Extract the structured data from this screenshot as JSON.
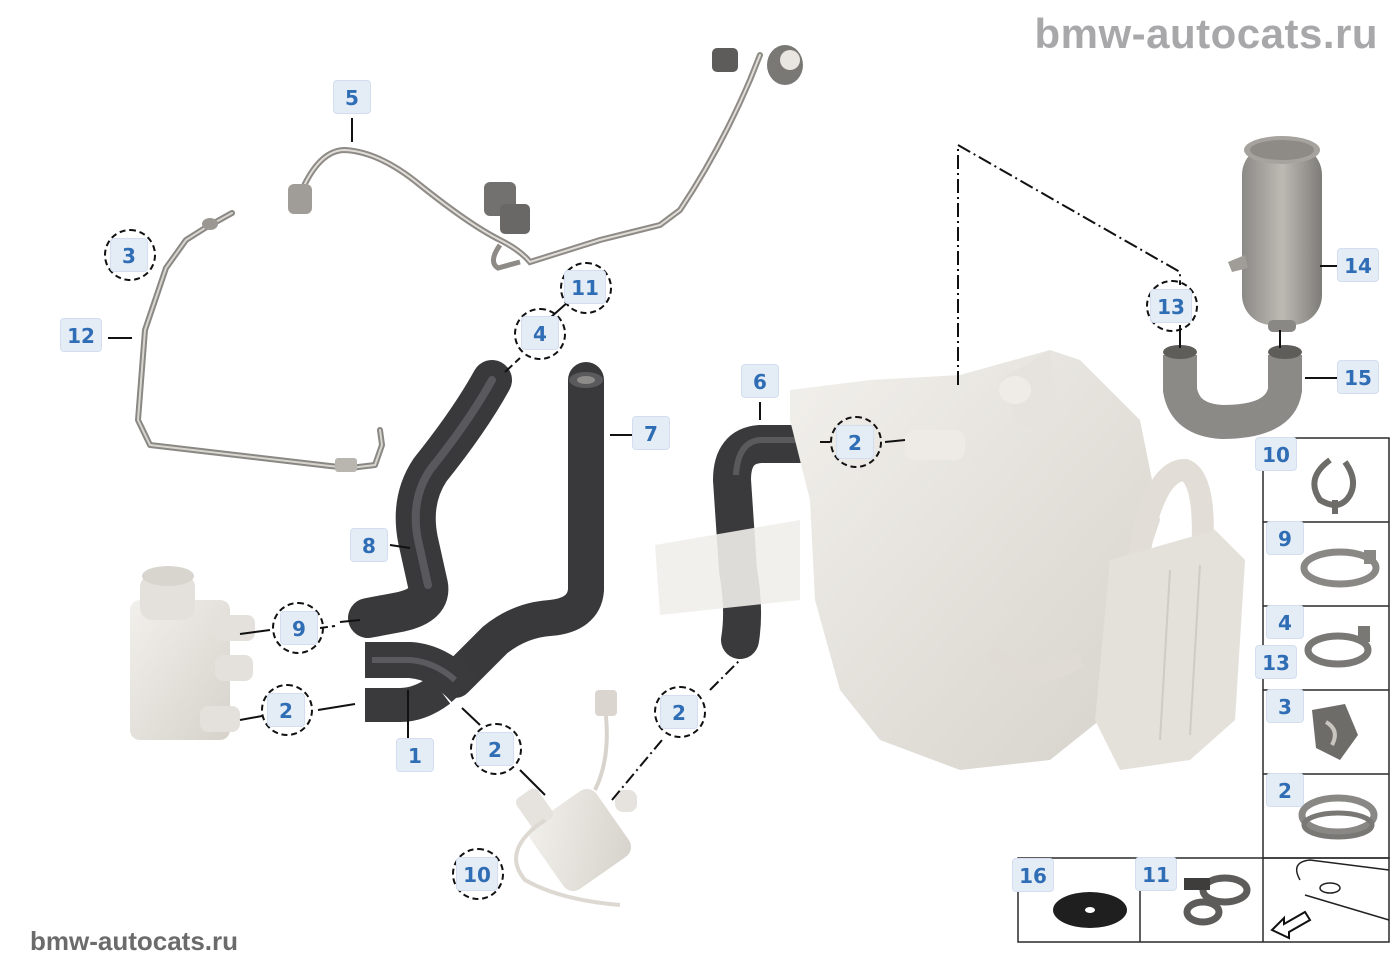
{
  "diagram": {
    "title_watermark": "bmw-autocats.ru",
    "footer_watermark": "bmw-autocats.ru",
    "label_color": "#2f6db5",
    "label_bg": "#e4ecf6",
    "hose_color": "#4a4a4c",
    "part_color": "#e9e6e1"
  },
  "callouts": {
    "c1": "1",
    "c2a": "2",
    "c2b": "2",
    "c2c": "2",
    "c2d": "2",
    "c3": "3",
    "c4": "4",
    "c5": "5",
    "c6": "6",
    "c7": "7",
    "c8": "8",
    "c9": "9",
    "c10": "10",
    "c11": "11",
    "c12": "12",
    "c13": "13",
    "c14": "14",
    "c15": "15"
  },
  "parts_panel": {
    "cells": [
      {
        "label": "10",
        "part": "clip"
      },
      {
        "label": "9",
        "part": "hose-clamp"
      },
      {
        "label": "4",
        "label2": "13",
        "part": "clamp-with-tab"
      },
      {
        "label": "3",
        "part": "spring-nut"
      },
      {
        "label": "2",
        "part": "hose-clamp"
      },
      {
        "label": "16",
        "part": "tape-roll"
      },
      {
        "label": "11",
        "part": "double-clip"
      },
      {
        "label": "",
        "part": "vehicle-orientation-arrow"
      }
    ]
  }
}
